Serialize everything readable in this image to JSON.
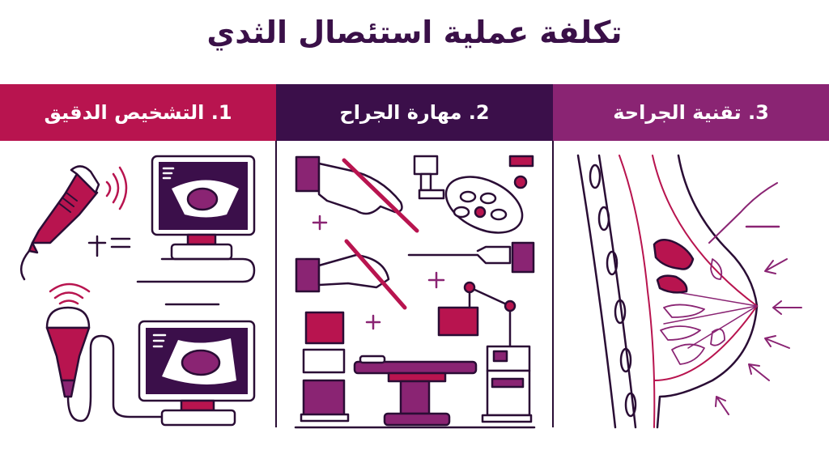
{
  "title": "تكلفة عملية استئصال الثدي",
  "colors": {
    "title": "#3a1048",
    "col1": "#b8144f",
    "col2": "#3b0f4a",
    "col3": "#8a2473",
    "outline": "#2a0d35",
    "accent_purple": "#8a2a7a",
    "accent_red": "#b8144f"
  },
  "columns": [
    {
      "label": "1. التشخيص الدقيق",
      "illustration": "ultrasound-probes-and-monitors"
    },
    {
      "label": "2. مهارة الجراح",
      "illustration": "surgeon-hands-scalpel-operating-room"
    },
    {
      "label": "3. تقنية الجراحة",
      "illustration": "breast-anatomy-cross-section"
    }
  ]
}
